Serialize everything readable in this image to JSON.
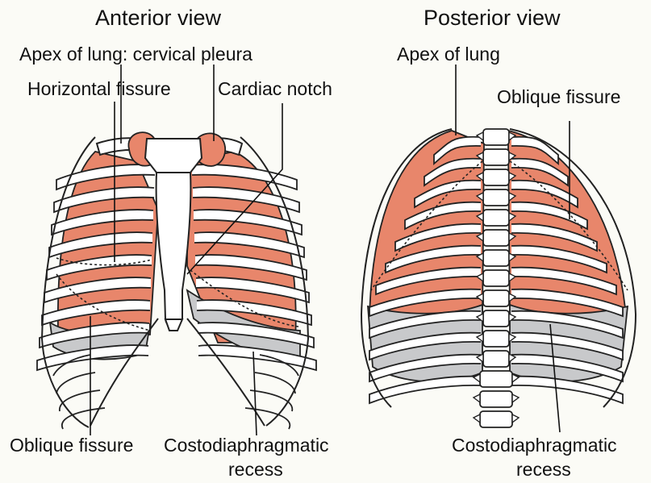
{
  "anterior": {
    "title": "Anterior view",
    "labels": {
      "apex": "Apex of lung: cervical pleura",
      "horizontal_fissure": "Horizontal fissure",
      "cardiac_notch": "Cardiac notch",
      "oblique_fissure": "Oblique fissure",
      "recess_line1": "Costodiaphragmatic",
      "recess_line2": "recess"
    }
  },
  "posterior": {
    "title": "Posterior view",
    "labels": {
      "apex": "Apex of lung",
      "oblique_fissure": "Oblique fissure",
      "recess_line1": "Costodiaphragmatic",
      "recess_line2": "recess"
    }
  },
  "colors": {
    "lung": "#e8866b",
    "recess": "#c8c9cb",
    "bone": "#ffffff",
    "outline": "#222222",
    "background": "#fbfbf6"
  }
}
